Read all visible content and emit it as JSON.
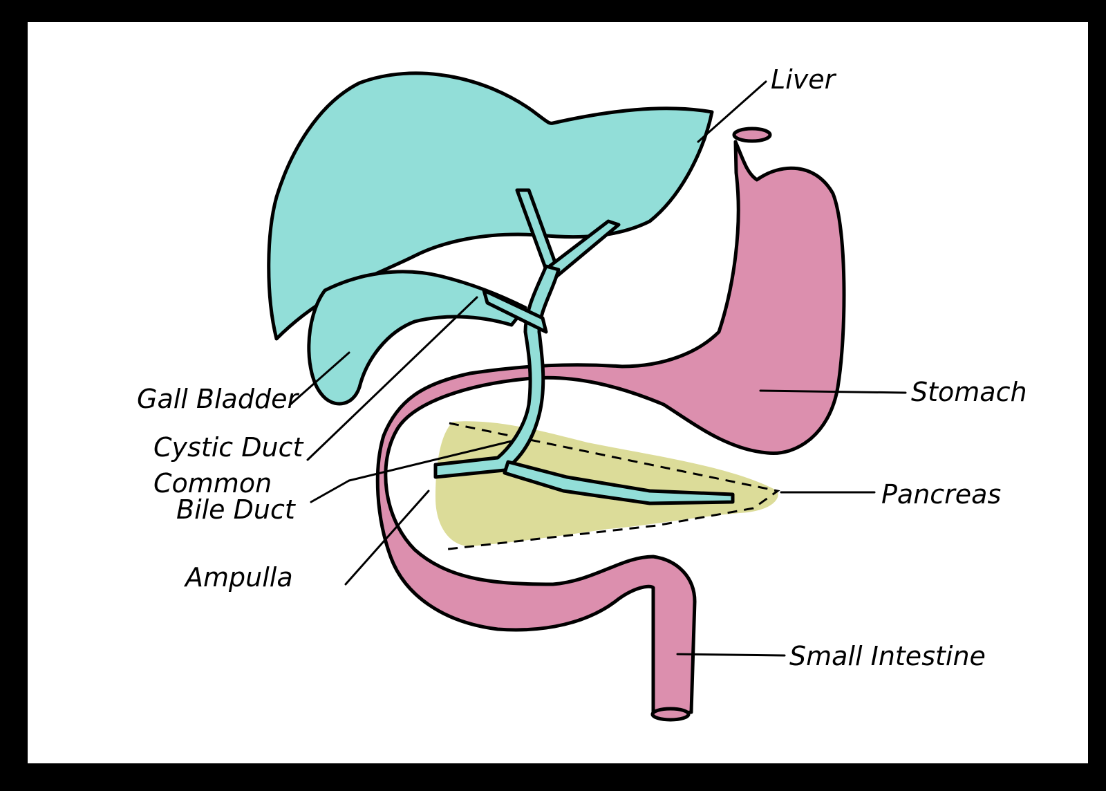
{
  "colors": {
    "frame": "#000000",
    "paper": "#ffffff",
    "liver": "#92ded8",
    "stomach": "#dc8fae",
    "pancreas": "#dcdc99",
    "outline": "#000000"
  },
  "labels": {
    "liver": "Liver",
    "stomach": "Stomach",
    "pancreas": "Pancreas",
    "small_intestine": "Small Intestine",
    "gall_bladder": "Gall Bladder",
    "cystic_duct": "Cystic Duct",
    "common_bile_duct_line1": "Common",
    "common_bile_duct_line2": "Bile Duct",
    "ampulla": "Ampulla"
  }
}
